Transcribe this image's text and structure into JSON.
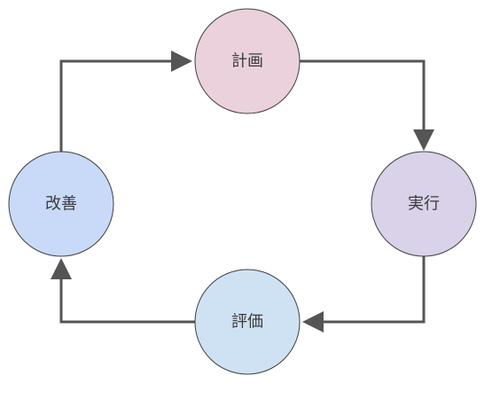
{
  "diagram": {
    "type": "cycle",
    "nodes": [
      {
        "id": "plan",
        "label": "計画",
        "fill": "#ead1dc"
      },
      {
        "id": "do",
        "label": "実行",
        "fill": "#d9d2e9"
      },
      {
        "id": "check",
        "label": "評価",
        "fill": "#cfe2f3"
      },
      {
        "id": "act",
        "label": "改善",
        "fill": "#c9daf8"
      }
    ],
    "edges": [
      {
        "from": "plan",
        "to": "do"
      },
      {
        "from": "do",
        "to": "check"
      },
      {
        "from": "check",
        "to": "act"
      },
      {
        "from": "act",
        "to": "plan"
      }
    ],
    "colors": {
      "arrow": "#555555",
      "outline": "#3f3f3f",
      "text": "#3a3a3a"
    }
  }
}
